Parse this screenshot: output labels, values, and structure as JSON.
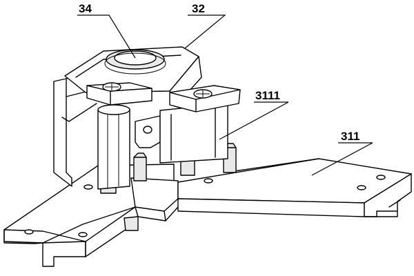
{
  "labels": {
    "label_34": "34",
    "label_32": "32",
    "label_3111": "3111",
    "label_311": "311"
  },
  "colors": {
    "line": "#000000",
    "background": "#ffffff"
  }
}
